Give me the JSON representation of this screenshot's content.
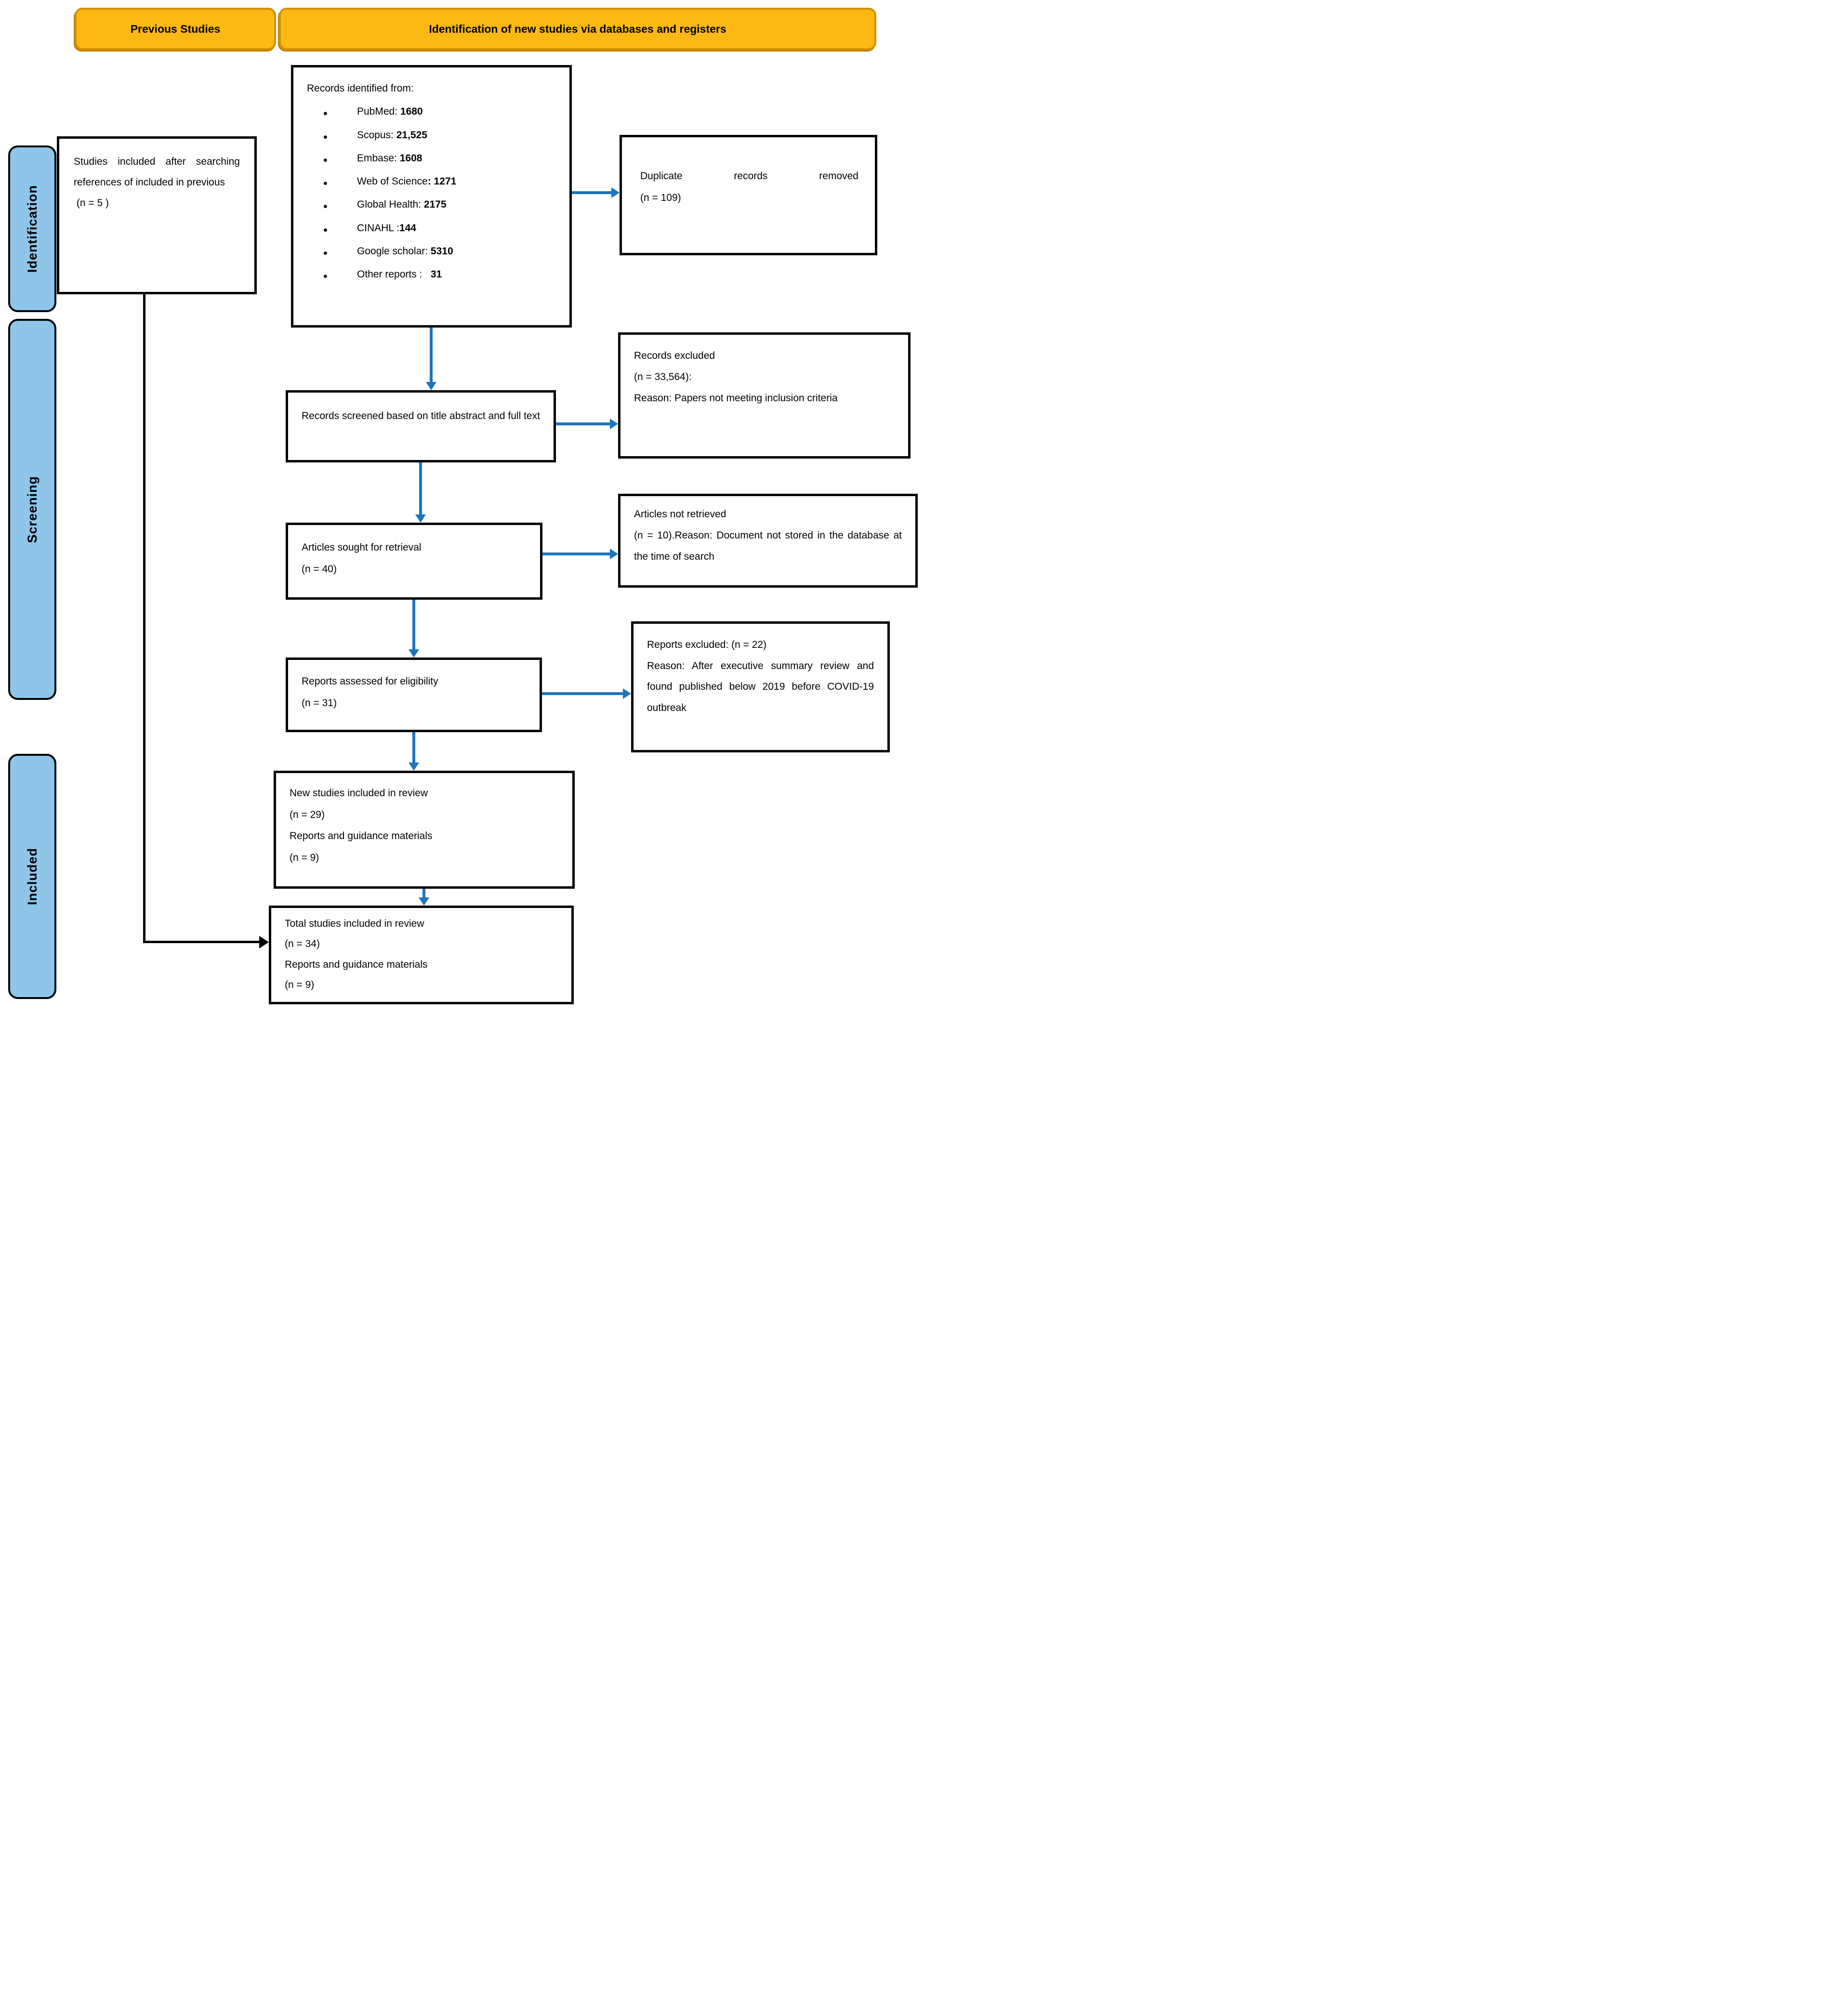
{
  "headers": {
    "previous": "Previous Studies",
    "identification": "Identification of new studies via databases and registers"
  },
  "sidebar": {
    "identification": "Identification",
    "screening": "Screening",
    "included": "Included"
  },
  "colors": {
    "header_fill": "#FCB813",
    "header_border": "#D58F00",
    "stage_fill": "#8EC5E8",
    "arrow_blue": "#1C75BE"
  },
  "boxes": {
    "previous_studies": {
      "lines": [
        "Studies included after searching references of included in previous",
        " (n = 5 )"
      ]
    },
    "records_identified": {
      "title": "Records identified from:",
      "items": [
        {
          "text": "PubMed: ",
          "bold": "1680"
        },
        {
          "text": "Scopus: ",
          "bold": "21,525"
        },
        {
          "text": "Embase: ",
          "bold": "1608"
        },
        {
          "text": "Web of Science",
          "bold": ": 1271"
        },
        {
          "text": "Global Health: ",
          "bold": "2175"
        },
        {
          "text": "CINAHL :",
          "bold": "144"
        },
        {
          "text": "Google scholar: ",
          "bold": "5310"
        },
        {
          "text": "Other reports :   ",
          "bold": "31"
        }
      ]
    },
    "duplicate_removed": {
      "lines": [
        "Duplicate records removed",
        "(n = 109)"
      ]
    },
    "records_screened": {
      "lines": [
        "Records screened based on title abstract and full text"
      ]
    },
    "records_excluded": {
      "lines": [
        "Records excluded",
        "(n = 33,564):",
        "Reason: Papers not meeting inclusion criteria"
      ]
    },
    "articles_sought": {
      "lines": [
        "Articles sought for retrieval",
        "(n = 40)"
      ]
    },
    "articles_not_retrieved": {
      "lines": [
        "Articles not retrieved",
        "(n = 10).Reason: Document not stored in the database at the time of search"
      ]
    },
    "reports_assessed": {
      "lines": [
        "Reports assessed for eligibility",
        "(n = 31)"
      ]
    },
    "reports_excluded": {
      "lines": [
        "Reports excluded: (n = 22)",
        "Reason: After executive summary review and found published below 2019 before COVID-19 outbreak"
      ]
    },
    "new_studies": {
      "lines": [
        "New studies included in review",
        "(n = 29)",
        "Reports and guidance materials",
        "(n = 9)"
      ]
    },
    "total_studies": {
      "lines": [
        "Total studies included in review",
        "(n = 34)",
        "Reports and guidance materials",
        "(n = 9)"
      ]
    }
  }
}
